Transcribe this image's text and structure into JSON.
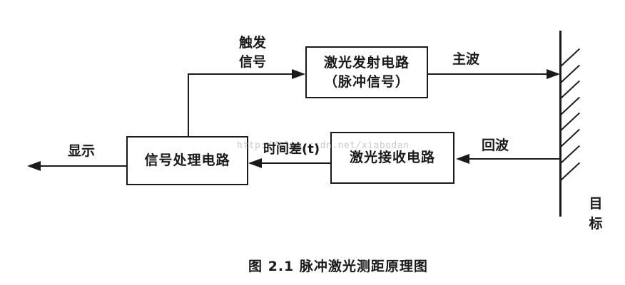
{
  "colors": {
    "ink": "#1a1a1a",
    "paper": "#ffffff",
    "watermark": "#c7cacd"
  },
  "diagram": {
    "trigger_label": {
      "line1": "触发",
      "line2": "信号"
    },
    "emitter_box": {
      "line1": "激光发射电路",
      "line2": "（脉冲信号）"
    },
    "processor_box": {
      "label": "信号处理电路"
    },
    "receiver_box": {
      "label": "激光接收电路"
    },
    "main_wave_label": "主波",
    "echo_label": "回波",
    "time_diff_label": "时间差(t)",
    "display_label": "显示",
    "target_label": {
      "line1": "目",
      "line2": "标"
    },
    "watermark": "http://blog.csdn.net/xiabodan",
    "caption": "图 2.1 脉冲激光测距原理图"
  }
}
